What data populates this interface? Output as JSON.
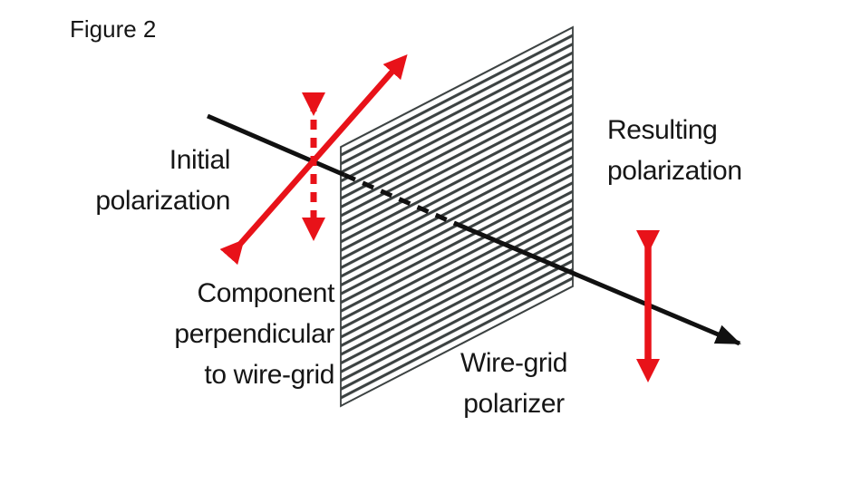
{
  "figure": {
    "label": "Figure 2"
  },
  "colors": {
    "ink": "#161616",
    "ray_black": "#111111",
    "arrow_red": "#e81219",
    "hatch_gray": "#3c4242"
  },
  "labels": {
    "initial": {
      "lines": [
        "Initial",
        "polarization"
      ]
    },
    "component": {
      "lines": [
        "Component",
        "perpendicular",
        "to wire-grid"
      ]
    },
    "wire_grid": {
      "lines": [
        "Wire-grid",
        "polarizer"
      ]
    },
    "resulting": {
      "lines": [
        "Resulting",
        "polarization"
      ]
    }
  }
}
